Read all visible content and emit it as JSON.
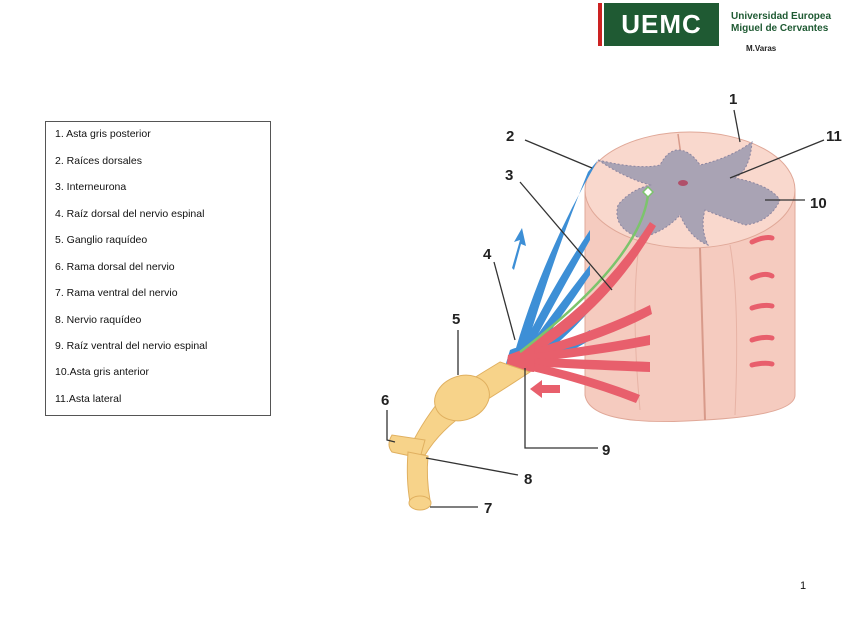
{
  "header": {
    "logo_mark": "UEMC",
    "logo_line1": "Universidad Europea",
    "logo_line2": "Miguel de Cervantes",
    "author": "M.Varas"
  },
  "legend": {
    "items": [
      "1. Asta gris posterior",
      "2. Raíces dorsales",
      "3. Interneurona",
      "4. Raíz dorsal del nervio espinal",
      "5. Ganglio raquídeo",
      "6. Rama dorsal del nervio",
      "7. Rama ventral del nervio",
      "8. Nervio raquídeo",
      "9. Raíz ventral del nervio espinal",
      "10.Asta gris anterior",
      "11.Asta lateral"
    ]
  },
  "labels": {
    "n1": "1",
    "n2": "2",
    "n3": "3",
    "n4": "4",
    "n5": "5",
    "n6": "6",
    "n7": "7",
    "n8": "8",
    "n9": "9",
    "n10": "10",
    "n11": "11"
  },
  "colors": {
    "cord": "#f5cbbf",
    "gray_matter": "#a9a3b4",
    "dorsal_root": "#3d8fd6",
    "ventral_root": "#e85f6c",
    "nerve": "#f7d38a",
    "interneuron": "#7cc46c",
    "logo_green": "#1f5a33",
    "logo_red": "#cc2222"
  },
  "footer": {
    "page_number": "1"
  }
}
